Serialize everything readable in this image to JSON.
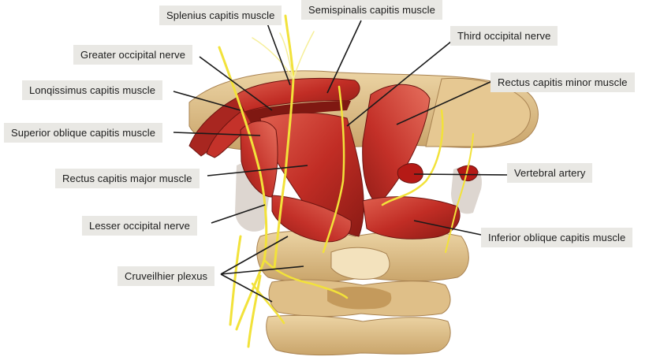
{
  "labels": {
    "splenius": "Splenius capitis muscle",
    "semispinalis": "Semispinalis capitis muscle",
    "third_occipital": "Third occipital nerve",
    "greater_occipital": "Greater occipital nerve",
    "rectus_minor": "Rectus capitis minor muscle",
    "longissimus": "Lonqissimus capitis muscle",
    "superior_oblique": "Superior oblique capitis muscle",
    "vertebral_artery": "Vertebral artery",
    "rectus_major": "Rectus capitis major muscle",
    "lesser_occipital": "Lesser occipital nerve",
    "inferior_oblique": "Inferior oblique capitis muscle",
    "cruveilhier": "Cruveilhier plexus"
  },
  "colors": {
    "bone": "#e2c48f",
    "bone_shadow": "#b8935a",
    "muscle": "#c8322a",
    "muscle_dark": "#8c1b16",
    "muscle_light": "#e87a6a",
    "nerve": "#f2e23a",
    "fascia": "#d9d2cc",
    "label_bg": "#e9e8e4",
    "leader": "#1a1a1a"
  }
}
